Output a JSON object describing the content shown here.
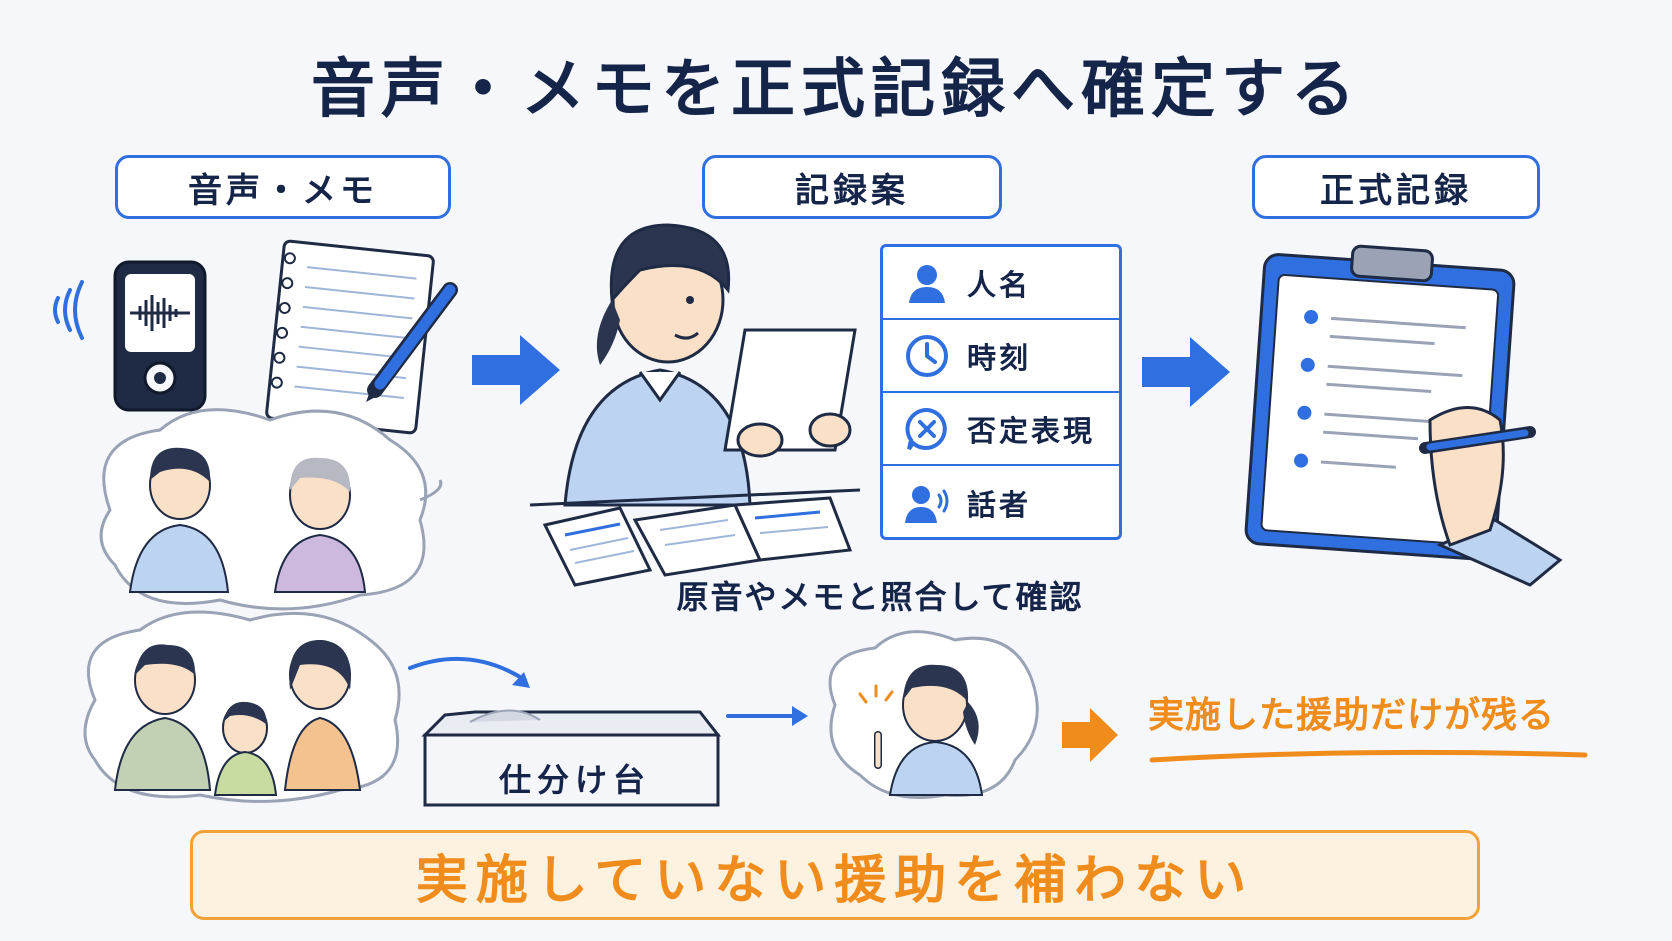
{
  "title": "音声・メモを正式記録へ確定する",
  "stages": {
    "voice_memo": "音声・メモ",
    "draft": "記録案",
    "official": "正式記録"
  },
  "checklist": [
    {
      "label": "人名",
      "icon": "person-icon"
    },
    {
      "label": "時刻",
      "icon": "clock-icon"
    },
    {
      "label": "否定表現",
      "icon": "x-circle-icon"
    },
    {
      "label": "話者",
      "icon": "speaker-icon"
    }
  ],
  "caption": "原音やメモと照合して確認",
  "tray_label": "仕分け台",
  "result_text": "実施した援助だけが残る",
  "banner": "実施していない援助を補わない",
  "colors": {
    "accent_blue": "#2f6fe0",
    "accent_orange": "#f08c1c",
    "title_navy": "#15254a"
  }
}
